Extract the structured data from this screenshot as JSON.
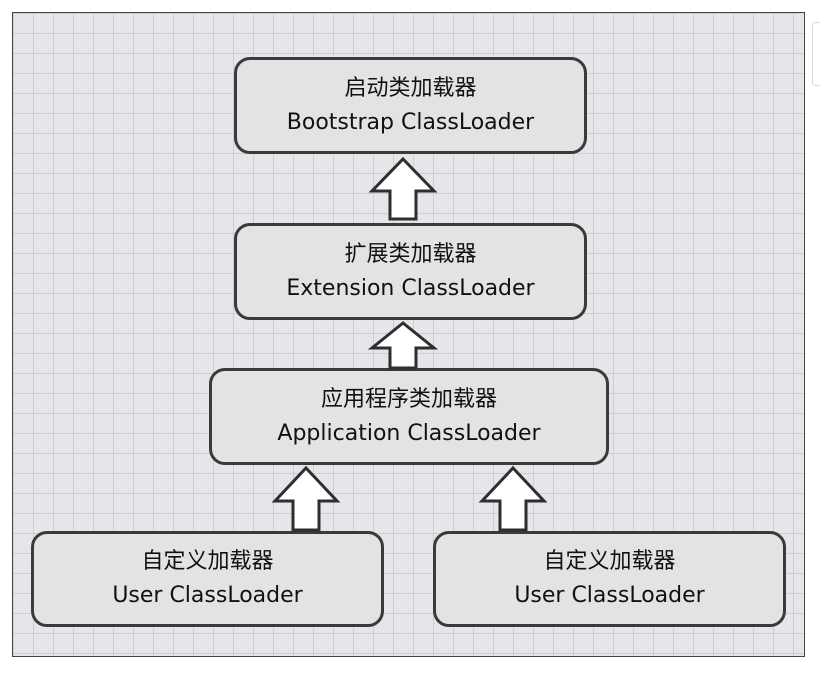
{
  "diagram": {
    "nodes": {
      "bootstrap": {
        "title_cn": "启动类加载器",
        "title_en": "Bootstrap ClassLoader"
      },
      "extension": {
        "title_cn": "扩展类加载器",
        "title_en": "Extension ClassLoader"
      },
      "application": {
        "title_cn": "应用程序类加载器",
        "title_en": "Application ClassLoader"
      },
      "user_left": {
        "title_cn": "自定义加载器",
        "title_en": "User ClassLoader"
      },
      "user_right": {
        "title_cn": "自定义加载器",
        "title_en": "User ClassLoader"
      }
    },
    "edges": [
      {
        "from": "extension",
        "to": "bootstrap"
      },
      {
        "from": "application",
        "to": "extension"
      },
      {
        "from": "user_left",
        "to": "application"
      },
      {
        "from": "user_right",
        "to": "application"
      }
    ]
  }
}
